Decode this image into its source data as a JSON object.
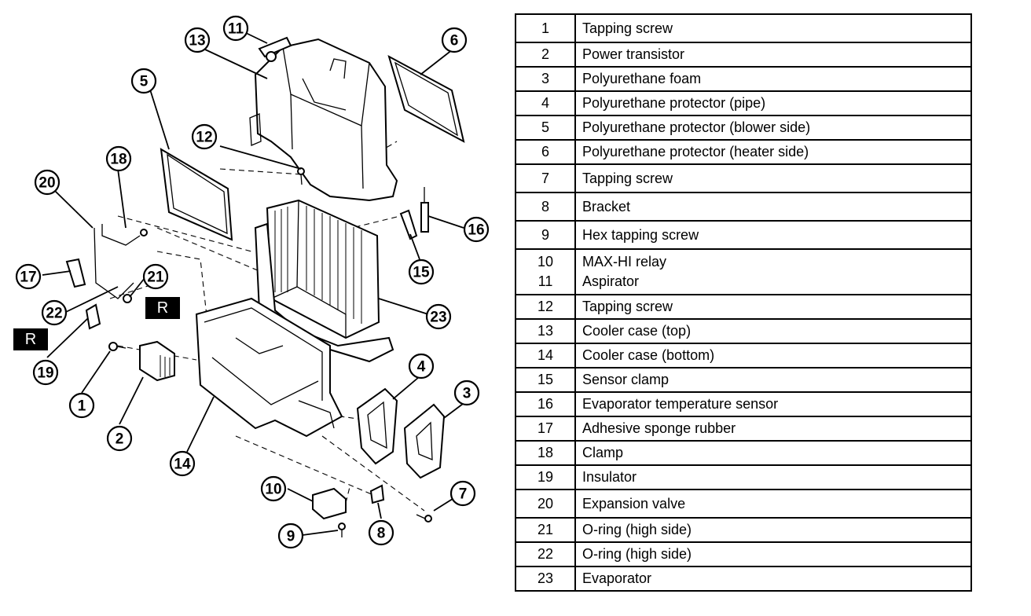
{
  "callout_numbers": [
    "1",
    "2",
    "3",
    "4",
    "5",
    "6",
    "7",
    "8",
    "9",
    "10",
    "11",
    "12",
    "13",
    "14",
    "15",
    "16",
    "17",
    "18",
    "19",
    "20",
    "21",
    "22",
    "23"
  ],
  "section_marks": [
    "R",
    "R"
  ],
  "parts": [
    {
      "num": "1",
      "name": "Tapping screw"
    },
    {
      "num": "2",
      "name": "Power transistor"
    },
    {
      "num": "3",
      "name": "Polyurethane foam"
    },
    {
      "num": "4",
      "name": "Polyurethane protector (pipe)"
    },
    {
      "num": "5",
      "name": "Polyurethane protector (blower side)"
    },
    {
      "num": "6",
      "name": "Polyurethane protector (heater side)"
    },
    {
      "num": "7",
      "name": "Tapping screw"
    },
    {
      "num": "8",
      "name": "Bracket"
    },
    {
      "num": "9",
      "name": "Hex tapping screw"
    },
    {
      "num": "10",
      "name": "MAX-HI relay"
    },
    {
      "num": "11",
      "name": "Aspirator"
    },
    {
      "num": "12",
      "name": "Tapping screw"
    },
    {
      "num": "13",
      "name": "Cooler case (top)"
    },
    {
      "num": "14",
      "name": "Cooler case (bottom)"
    },
    {
      "num": "15",
      "name": "Sensor clamp"
    },
    {
      "num": "16",
      "name": "Evaporator temperature sensor"
    },
    {
      "num": "17",
      "name": "Adhesive sponge rubber"
    },
    {
      "num": "18",
      "name": "Clamp"
    },
    {
      "num": "19",
      "name": "Insulator"
    },
    {
      "num": "20",
      "name": "Expansion valve"
    },
    {
      "num": "21",
      "name": "O-ring (high side)"
    },
    {
      "num": "22",
      "name": "O-ring (high side)"
    },
    {
      "num": "23",
      "name": "Evaporator"
    }
  ]
}
